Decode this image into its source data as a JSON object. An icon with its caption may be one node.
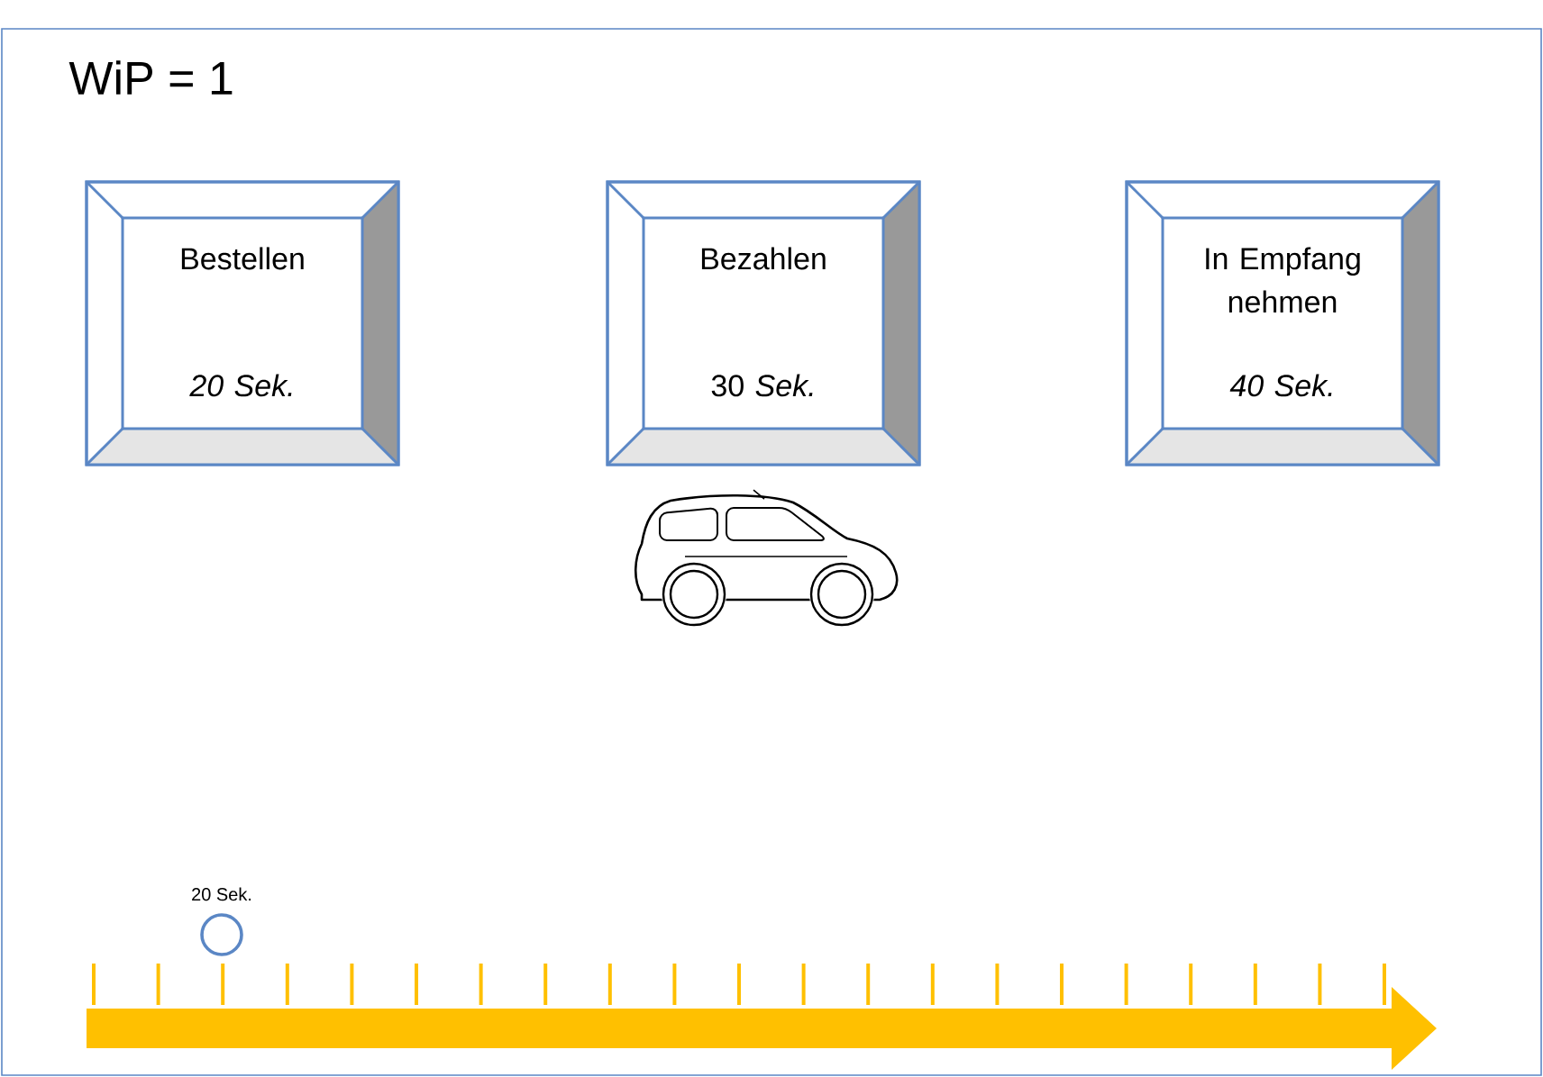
{
  "diagram": {
    "title": "WiP = 1",
    "nodes": [
      {
        "text": [
          "Bestellen",
          "20 Sek."
        ]
      },
      {
        "text": [
          "Bezahlen",
          "30 *Sek.*"
        ]
      },
      {
        "text": [
          "In Empfang nehmen",
          "40 Sek."
        ]
      },
      {
        "text": [],
        "shape": "circle",
        "beside": [
          "20 Sek."
        ]
      }
    ]
  }
}
